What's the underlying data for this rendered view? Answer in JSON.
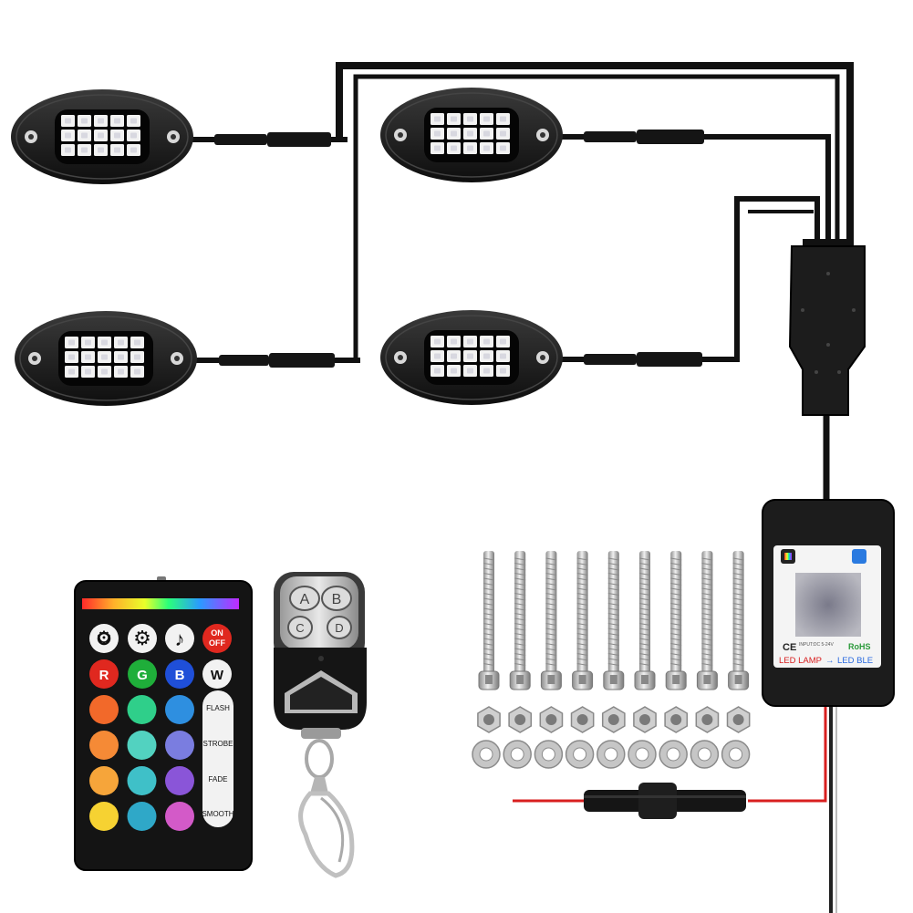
{
  "remote": {
    "buttons_row1": [
      "",
      "",
      "",
      "ON\nOFF"
    ],
    "rgbw": [
      "R",
      "G",
      "B",
      "W"
    ],
    "mode_labels": [
      "FLASH",
      "STROBE",
      "FADE",
      "SMOOTH"
    ],
    "colors": {
      "row2": [
        "#f2692a",
        "#2fcf8a",
        "#2e8fe0"
      ],
      "row3": [
        "#f58a36",
        "#52d2c0",
        "#7a7de0"
      ],
      "row4": [
        "#f6a53a",
        "#3fc0c8",
        "#8a55d8"
      ],
      "row5": [
        "#f6d232",
        "#2fa8c8",
        "#d35ac8"
      ]
    }
  },
  "keyfob": {
    "buttons": [
      "A",
      "B",
      "C",
      "D"
    ]
  },
  "controller": {
    "rohs": "RoHS",
    "input": "INPUT:DC 5-24V",
    "ce": "CE",
    "led_lamp": "LED LAMP",
    "led_ble": "LED BLE"
  },
  "colors": {
    "wire": "#111111",
    "red_wire": "#d81f1f",
    "pod": "#1a1a1a",
    "steel": "#c8c8c8"
  }
}
